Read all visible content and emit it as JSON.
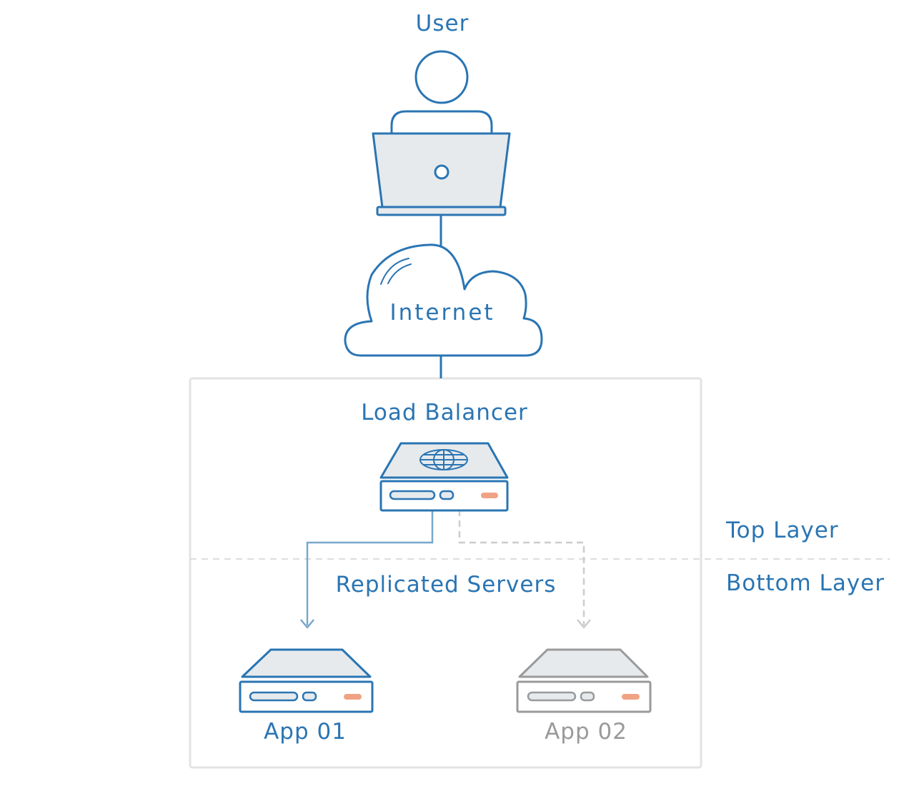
{
  "labels": {
    "user": "User",
    "internet": "Internet",
    "load_balancer": "Load Balancer",
    "replicated_servers": "Replicated Servers",
    "top_layer": "Top Layer",
    "bottom_layer": "Bottom Layer",
    "app_01": "App 01",
    "app_02": "App 02"
  },
  "icons": {
    "user": "user-icon",
    "laptop": "laptop-icon",
    "cloud": "cloud-icon",
    "load_balancer": "load-balancer-server-icon",
    "globe": "globe-icon",
    "app_01": "server-icon",
    "app_02": "server-icon"
  },
  "colors": {
    "primary": "#2a75b3",
    "inactive": "#9a9a9a",
    "fill": "#e6eaed",
    "accent": "#f0a384",
    "active_link": "#77a8cb",
    "inactive_link": "#cccccc",
    "container_border": "#e3e3e3",
    "divider": "#dddddd"
  }
}
